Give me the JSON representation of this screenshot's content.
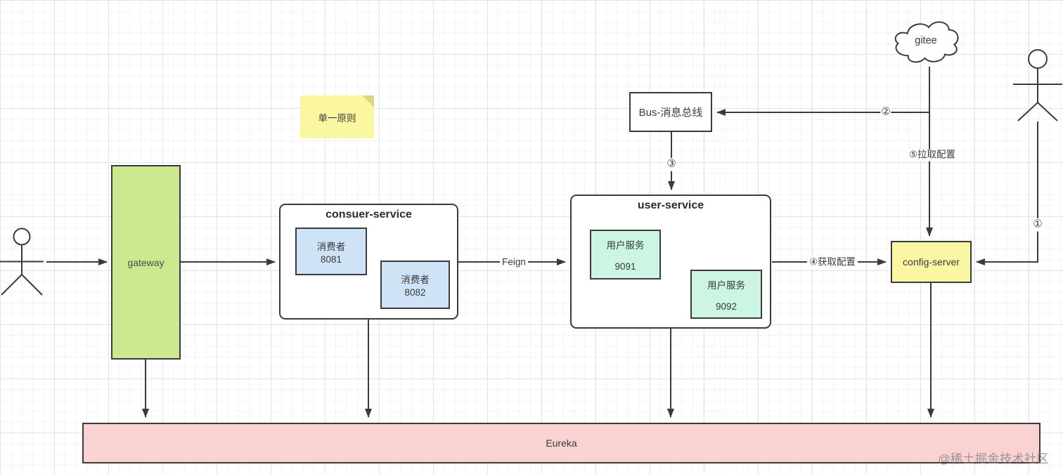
{
  "diagram": {
    "note": {
      "label": "单一原则"
    },
    "gitee": {
      "label": "gitee"
    },
    "bus": {
      "label": "Bus-消息总线"
    },
    "gateway": {
      "label": "gateway"
    },
    "consumer_service": {
      "title": "consuer-service",
      "instances": [
        {
          "name": "消费者",
          "port": "8081"
        },
        {
          "name": "消费者",
          "port": "8082"
        }
      ]
    },
    "user_service": {
      "title": "user-service",
      "instances": [
        {
          "name": "用户服务",
          "port": "9091"
        },
        {
          "name": "用户服务",
          "port": "9092"
        }
      ]
    },
    "config_server": {
      "label": "config-server"
    },
    "eureka": {
      "label": "Eureka"
    },
    "edges": {
      "feign": "Feign",
      "step1": "①",
      "step2": "②",
      "step3": "③",
      "step4": "④获取配置",
      "step5": "⑤拉取配置"
    },
    "watermark": "@稀土掘金技术社区",
    "colors": {
      "gateway_fill": "#cbea90",
      "consumer_instance_fill": "#cfe3f7",
      "user_instance_fill": "#ccf5e3",
      "config_fill": "#fbf6a3",
      "note_fill": "#fbf7a0",
      "eureka_fill": "#fbd2d2",
      "line": "#3b3b3b"
    }
  }
}
